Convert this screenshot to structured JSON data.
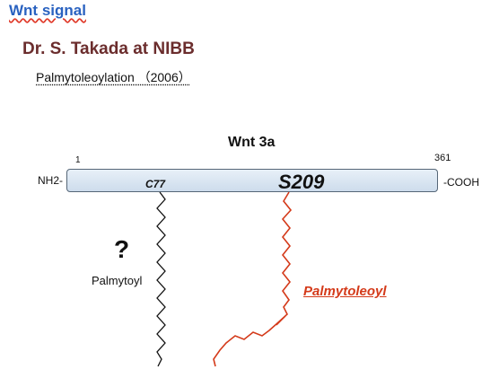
{
  "header": {
    "title": "Wnt signal",
    "author": "Dr. S. Takada at NIBB",
    "subtitle": "Palmytoleoylation （2006）"
  },
  "protein": {
    "name": "Wnt 3a",
    "start": "1",
    "end": "361",
    "n_terminus": "NH2-",
    "c_terminus": "-COOH"
  },
  "sites": {
    "c77": "C77",
    "s209": "S209"
  },
  "lipids": {
    "question_mark": "?",
    "palmitoyl": "Palmytoyl",
    "palmitoleoyl": "Palmytoleoyl"
  },
  "colors": {
    "title": "#2a62c0",
    "author": "#6b2d2d",
    "palmitoleoyl": "#d43a1a",
    "protein_bar": "#cddcec"
  }
}
